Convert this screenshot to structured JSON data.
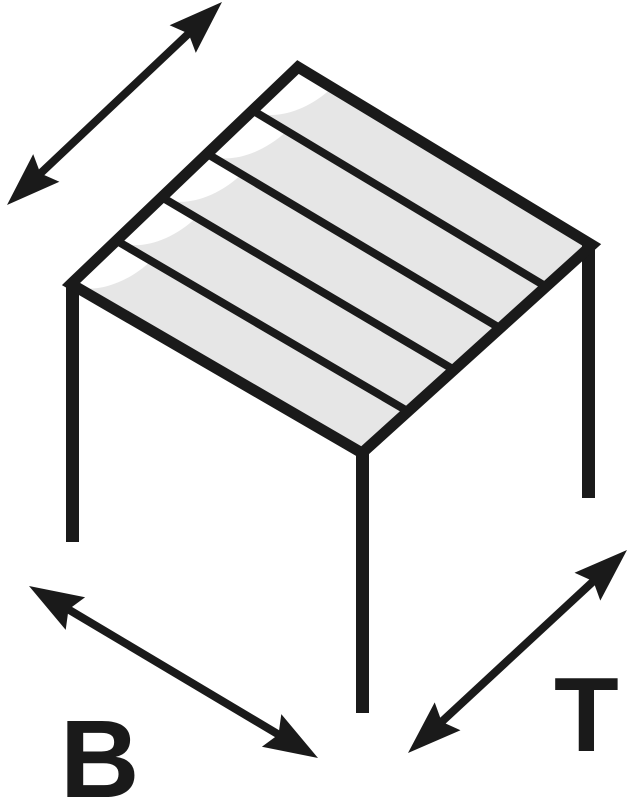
{
  "figure": {
    "labels": {
      "width": "B",
      "depth": "T"
    },
    "colors": {
      "line": "#1a1a1a",
      "slat": "#e6e6e6",
      "bg": "#ffffff"
    },
    "roof": {
      "slat_count": 5
    }
  }
}
